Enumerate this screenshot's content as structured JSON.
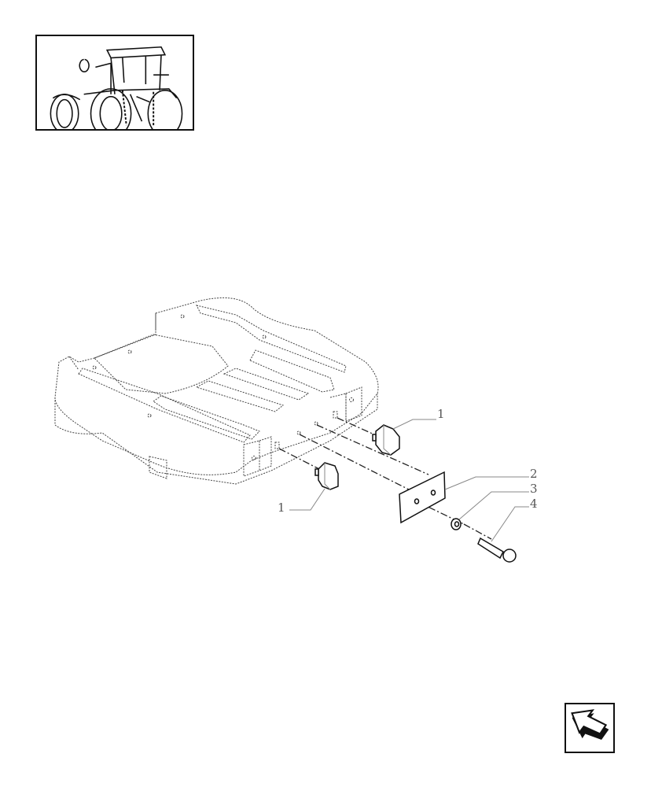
{
  "page": {
    "title": "Parts catalog exploded view",
    "thumbnail": {
      "alt": "Tractor rear view"
    }
  },
  "callouts": [
    {
      "id": "1a",
      "label": "1"
    },
    {
      "id": "1b",
      "label": "1"
    },
    {
      "id": "2",
      "label": "2"
    },
    {
      "id": "3",
      "label": "3"
    },
    {
      "id": "4",
      "label": "4"
    }
  ],
  "nav": {
    "back_icon": "return-arrow-icon"
  },
  "colors": {
    "line": "#222222",
    "dashed": "#444444",
    "leader": "#888888"
  }
}
